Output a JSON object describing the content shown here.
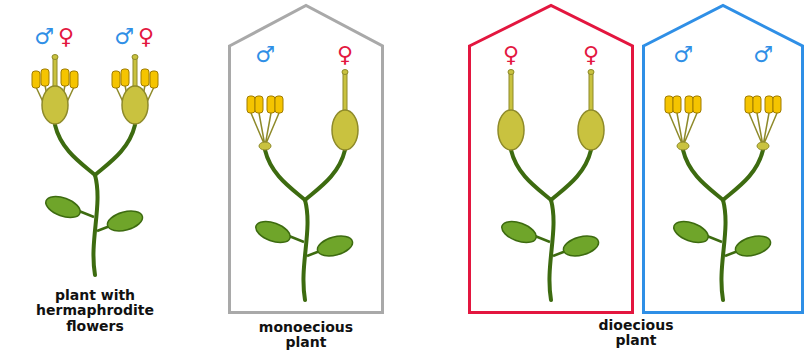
{
  "diagram": {
    "nodes": [
      {
        "text": [
          "♂",
          "♀",
          "monoecious plant"
        ]
      },
      {
        "text": [
          "♀",
          "♀"
        ]
      },
      {
        "text": [
          "♂",
          "♂"
        ]
      }
    ],
    "labels": [
      "♂",
      "♀",
      "♂",
      "♀",
      "plant with hermaphrodite flowers",
      "dioecious plant"
    ]
  }
}
